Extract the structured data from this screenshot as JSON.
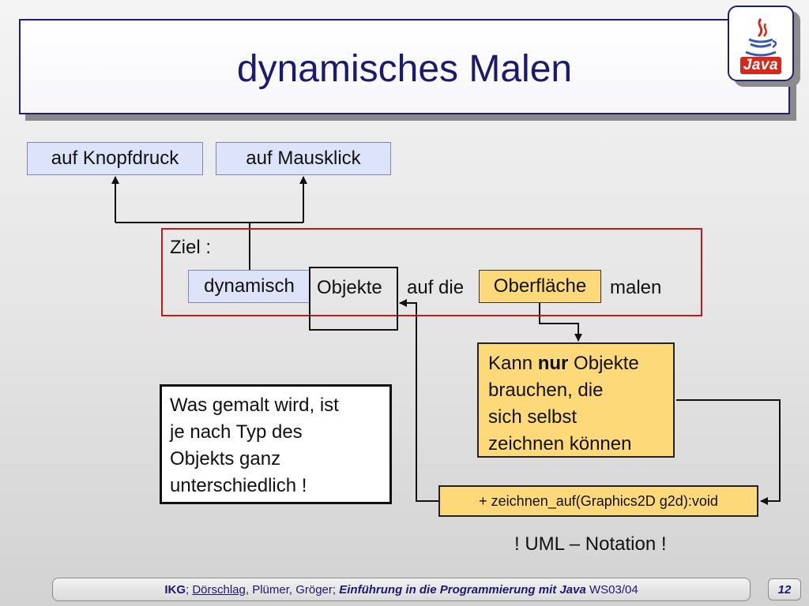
{
  "slide": {
    "title": "dynamisches Malen",
    "logo_text": "Java"
  },
  "triggers": {
    "button_press": "auf Knopfdruck",
    "mouse_click": "auf Mausklick"
  },
  "goal": {
    "label": "Ziel :",
    "word_dynamic": "dynamisch",
    "word_objects": "Objekte",
    "word_on_the": "auf die",
    "word_surface": "Oberfläche",
    "word_paint": "malen"
  },
  "requirement": {
    "prefix": "Kann ",
    "emphasis": "nur",
    "line1_rest": " Objekte",
    "line2": "brauchen, die",
    "line3": "sich selbst",
    "line4": "zeichnen können"
  },
  "method_signature": "+ zeichnen_auf(Graphics2D g2d):void",
  "note": {
    "line1": "Was gemalt wird, ist",
    "line2": "je nach Typ des",
    "line3": "Objekts ganz",
    "line4": "unterschiedlich !"
  },
  "uml_note": "! UML – Notation !",
  "footer": {
    "ikg": "IKG",
    "sep1": ";",
    "author1": "Dörschlag",
    "authors_rest": ", Plümer, Gröger;",
    "course": "Einführung in die Programmierung mit Java",
    "term": "WS03/04",
    "page": "12"
  },
  "colors": {
    "title_text": "#1a1a6e",
    "frame_red": "#c21a1a",
    "box_blue": "#dde3f8",
    "box_orange": "#fdd97a"
  },
  "icons": {
    "logo": "java-coffee-cup-icon",
    "arrows": "arrow-head-icon"
  }
}
